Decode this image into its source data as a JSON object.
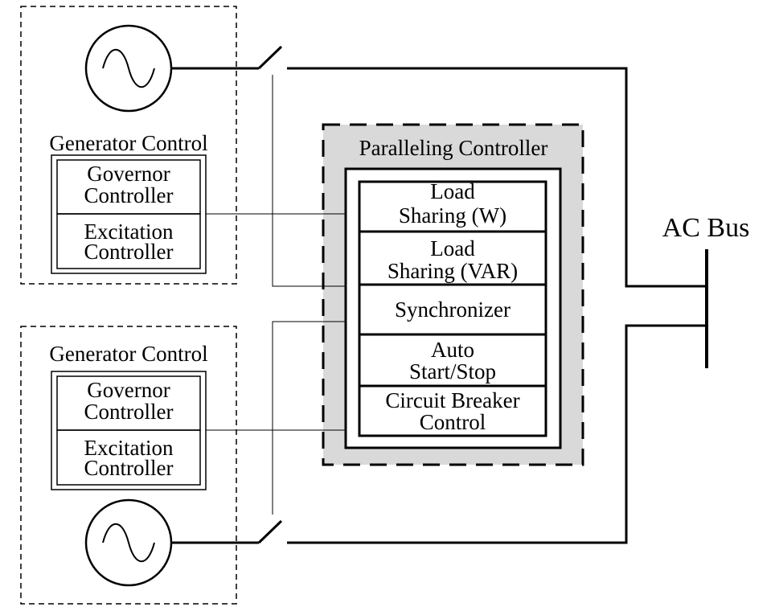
{
  "generator_control_top": {
    "title": "Generator Control",
    "governor": [
      "Governor",
      "Controller"
    ],
    "excitation": [
      "Excitation",
      "Controller"
    ]
  },
  "generator_control_bottom": {
    "title": "Generator Control",
    "governor": [
      "Governor",
      "Controller"
    ],
    "excitation": [
      "Excitation",
      "Controller"
    ]
  },
  "paralleling_controller": {
    "title": "Paralleling Controller",
    "functions": {
      "load_sharing_w": [
        "Load",
        "Sharing (W)"
      ],
      "load_sharing_var": [
        "Load",
        "Sharing (VAR)"
      ],
      "synchronizer": [
        "Synchronizer"
      ],
      "auto_start_stop": [
        "Auto",
        "Start/Stop"
      ],
      "circuit_breaker": [
        "Circuit Breaker",
        "Control"
      ]
    }
  },
  "ac_bus": {
    "label": "AC Bus"
  }
}
